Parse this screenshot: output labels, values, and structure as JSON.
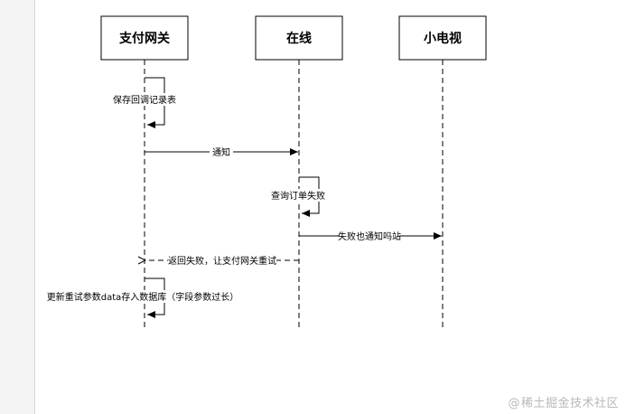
{
  "participants": [
    {
      "id": "gateway",
      "label": "支付网关"
    },
    {
      "id": "online",
      "label": "在线"
    },
    {
      "id": "tv",
      "label": "小电视"
    }
  ],
  "self_messages": [
    {
      "id": "save-callback",
      "label": "保存回调记录表"
    },
    {
      "id": "query-order",
      "label": "查询订单失败"
    },
    {
      "id": "update-retry",
      "label": "更新重试参数data存入数据库（字段参数过长）"
    }
  ],
  "messages": [
    {
      "id": "notify",
      "label": "通知",
      "style": "solid"
    },
    {
      "id": "fail-notify-station",
      "label": "失败也通知吗站",
      "style": "solid"
    },
    {
      "id": "return-fail",
      "label": "返回失败，让支付网关重试",
      "style": "dashed"
    }
  ],
  "watermark": {
    "at": "@",
    "text": "稀土掘金技术社区"
  },
  "colors": {
    "line": "#000000",
    "box_border": "#000000",
    "box_fill": "#ffffff",
    "gutter": "#f4f4f4",
    "watermark": "#b8b8b8"
  }
}
